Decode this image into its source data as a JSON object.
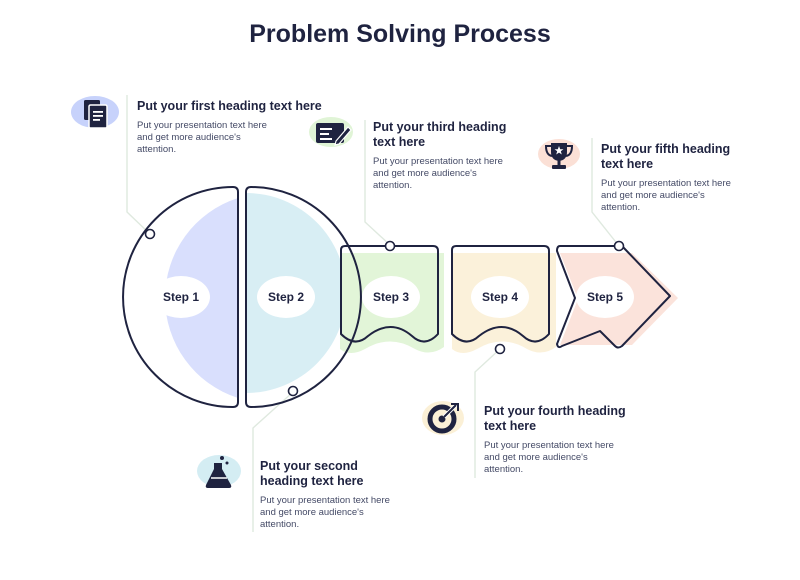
{
  "title": "Problem Solving Process",
  "colors": {
    "dark": "#1f2340",
    "step1": "#d9dffd",
    "step2": "#d8eef4",
    "step3": "#e2f5d8",
    "step4": "#fbf1da",
    "step5": "#fbe3db",
    "iconBlob1": "#c7d2fb",
    "iconBlob2": "#d4edf3",
    "iconBlob3": "#e0f4d6",
    "iconBlob4": "#fbf0d6",
    "iconBlob5": "#fbe0d6",
    "connector": "#dfe9df"
  },
  "steps": [
    {
      "label": "Step 1",
      "heading": "Put your first heading text here",
      "body": "Put your presentation text here and get more audience's attention.",
      "icon": "document-icon"
    },
    {
      "label": "Step 2",
      "heading": "Put your second heading text here",
      "body": "Put your presentation text here and get more audience's attention.",
      "icon": "flask-icon"
    },
    {
      "label": "Step 3",
      "heading": "Put your third heading text here",
      "body": "Put your presentation text here and get more audience's attention.",
      "icon": "signature-icon"
    },
    {
      "label": "Step 4",
      "heading": "Put your fourth heading text here",
      "body": "Put your presentation text here and get more audience's attention.",
      "icon": "target-icon"
    },
    {
      "label": "Step 5",
      "heading": "Put your fifth heading text here",
      "body": "Put your presentation text here and get more audience's attention.",
      "icon": "trophy-icon"
    }
  ]
}
